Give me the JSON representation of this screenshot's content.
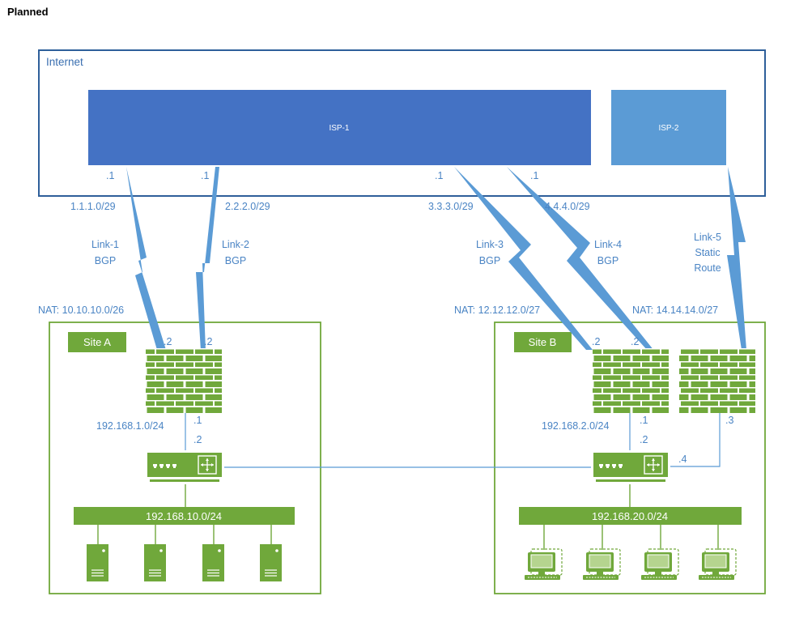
{
  "title": "Planned",
  "internet": {
    "label": "Internet"
  },
  "isps": [
    {
      "name": "ISP-1",
      "color": "#4472c4"
    },
    {
      "name": "ISP-2",
      "color": "#5b9bd5"
    }
  ],
  "links": [
    {
      "name": "Link-1",
      "protocol": "BGP",
      "subnet": "1.1.1.0/29",
      "isp_end": ".1",
      "site_end": ".2"
    },
    {
      "name": "Link-2",
      "protocol": "BGP",
      "subnet": "2.2.2.0/29",
      "isp_end": ".1",
      "site_end": ".2"
    },
    {
      "name": "Link-3",
      "protocol": "BGP",
      "subnet": "3.3.3.0/29",
      "isp_end": ".1",
      "site_end": ".2"
    },
    {
      "name": "Link-4",
      "protocol": "BGP",
      "subnet": "4.4.4.0/29",
      "isp_end": ".1",
      "site_end": ".2"
    },
    {
      "name": "Link-5",
      "protocol_line1": "Static",
      "protocol_line2": "Route"
    }
  ],
  "site_a": {
    "name": "Site A",
    "nat": "NAT: 10.10.10.0/26",
    "transit_subnet": "192.168.1.0/24",
    "fw_inside": ".1",
    "switch_uplink": ".2",
    "lan": "192.168.10.0/24"
  },
  "site_b": {
    "name": "Site B",
    "nat1": "NAT: 12.12.12.0/27",
    "nat2": "NAT: 14.14.14.0/27",
    "transit_subnet": "192.168.2.0/24",
    "fw1_inside": ".1",
    "switch_uplink": ".2",
    "fw2_inside": ".3",
    "switch_uplink2": ".4",
    "lan": "192.168.20.0/24"
  },
  "colors": {
    "green": "#70a83b",
    "blue": "#4a84c4",
    "link": "#5b9bd5",
    "border": "#2e5f9a"
  },
  "icons": [
    "firewall-icon",
    "switch-icon",
    "server-icon",
    "workstation-icon"
  ]
}
